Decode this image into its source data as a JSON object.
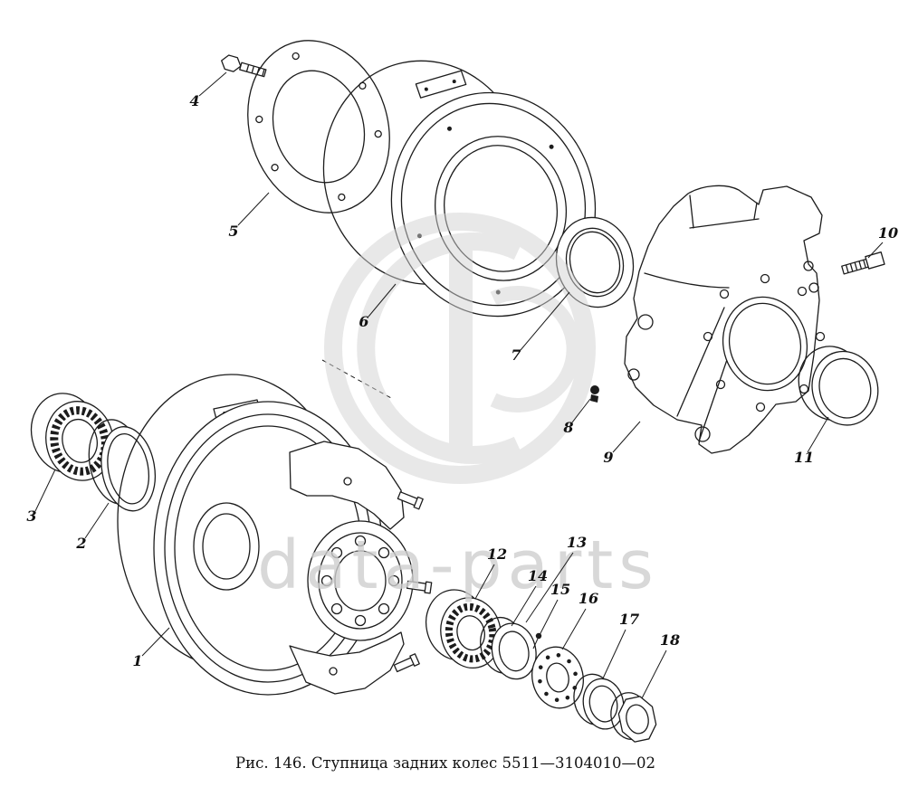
{
  "figure": {
    "caption": "Рис. 146. Ступница задних колес 5511—3104010—02",
    "watermark": "data-parts"
  },
  "parts": {
    "labels": [
      "1",
      "2",
      "3",
      "4",
      "5",
      "6",
      "7",
      "8",
      "9",
      "10",
      "11",
      "12",
      "13",
      "14",
      "15",
      "16",
      "17",
      "18"
    ]
  }
}
